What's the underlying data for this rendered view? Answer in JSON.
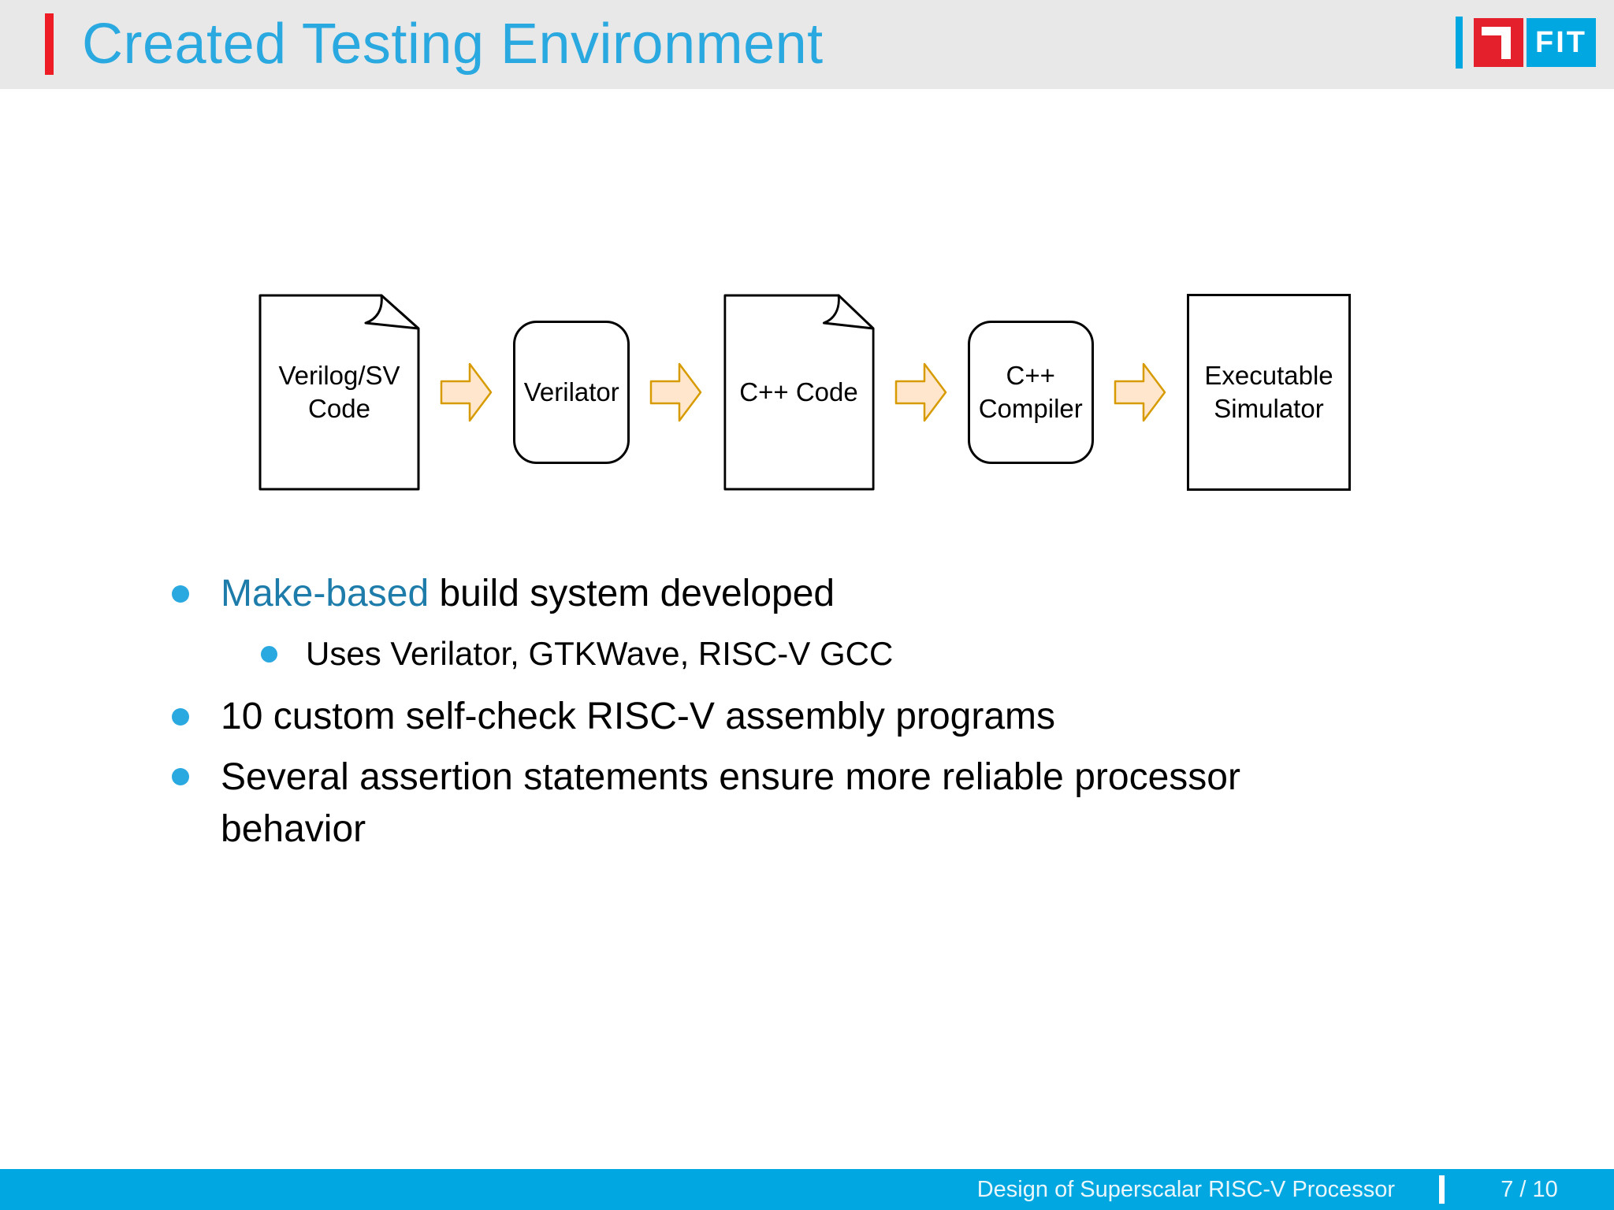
{
  "header": {
    "title": "Created Testing Environment",
    "logo_fit_label": "FIT"
  },
  "colors": {
    "title_cyan": "#29a9e0",
    "accent_red": "#ee1c25",
    "highlight_teal": "#1d7ca9",
    "footer_cyan": "#00a7e1",
    "arrow_fill": "#ffe6cc",
    "arrow_stroke": "#d79b00"
  },
  "diagram": {
    "nodes": [
      {
        "shape": "document",
        "label": "Verilog/SV\nCode"
      },
      {
        "shape": "process",
        "label": "Verilator"
      },
      {
        "shape": "document",
        "label": "C++ Code"
      },
      {
        "shape": "process",
        "label": "C++\nCompiler"
      },
      {
        "shape": "rectangle",
        "label": "Executable\nSimulator"
      }
    ]
  },
  "bullets": {
    "item1_lead": "Make-based",
    "item1_rest": " build system developed",
    "item1_sub": "Uses Verilator, GTKWave, RISC-V GCC",
    "item2": "10 custom self-check RISC-V assembly programs",
    "item3": "Several assertion statements ensure more reliable processor\nbehavior"
  },
  "footer": {
    "presentation_title": "Design of Superscalar RISC-V Processor",
    "page_number": "7 / 10"
  }
}
